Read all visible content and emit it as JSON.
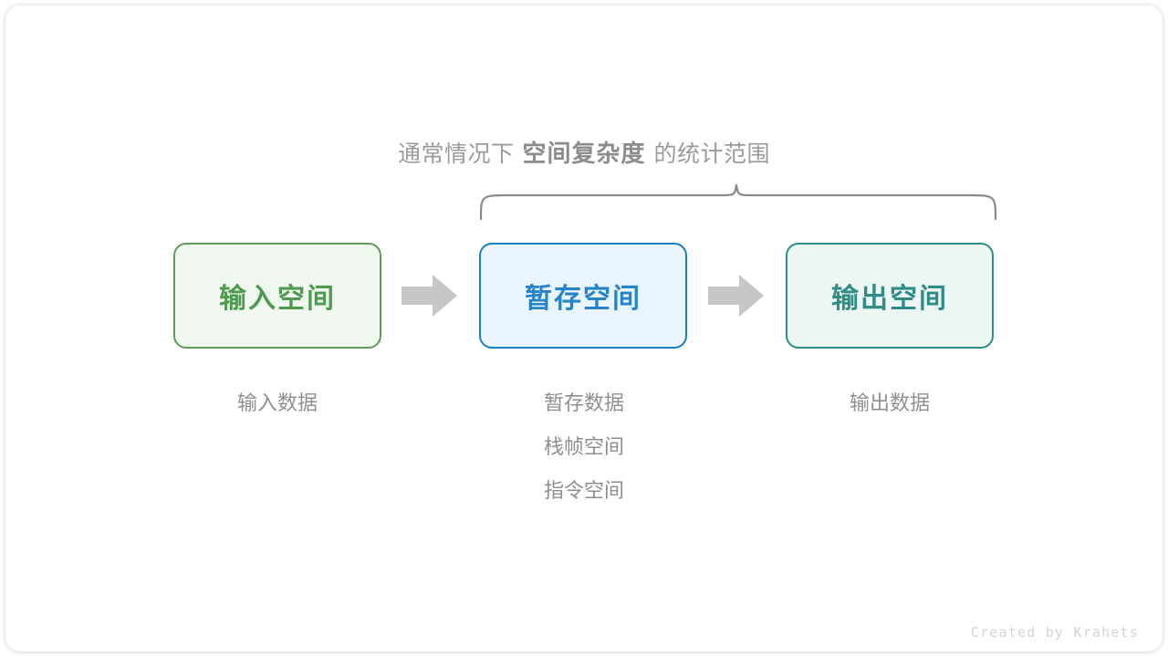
{
  "caption": {
    "prefix": "通常情况下",
    "strong": "空间复杂度",
    "suffix": "的统计范围"
  },
  "boxes": [
    {
      "label": "输入空间",
      "border_color": "#5d9c5a",
      "fill_color": "#eff7ef",
      "text_color": "#4f9a51"
    },
    {
      "label": "暂存空间",
      "border_color": "#1a80c4",
      "fill_color": "#e9f4fd",
      "text_color": "#2585c8"
    },
    {
      "label": "输出空间",
      "border_color": "#2f8c86",
      "fill_color": "#ecf6f3",
      "text_color": "#2f8c86"
    }
  ],
  "arrows": [
    {
      "name": "arrow-input-to-temp",
      "color": "#c6c6c6"
    },
    {
      "name": "arrow-temp-to-output",
      "color": "#c6c6c6"
    }
  ],
  "descriptions": {
    "input": [
      "输入数据"
    ],
    "temp": [
      "暂存数据",
      "栈帧空间",
      "指令空间"
    ],
    "output": [
      "输出数据"
    ]
  },
  "brace": {
    "color": "#8a8a8a",
    "spans_boxes": [
      "暂存空间",
      "输出空间"
    ]
  },
  "watermark": "Created by Krahets",
  "colors": {
    "background": "#ffffff",
    "caption_text": "#9b9b9b",
    "caption_strong_text": "#8c8c8c",
    "description_text": "#8f8f8f",
    "watermark_text": "#d4d4d4"
  }
}
